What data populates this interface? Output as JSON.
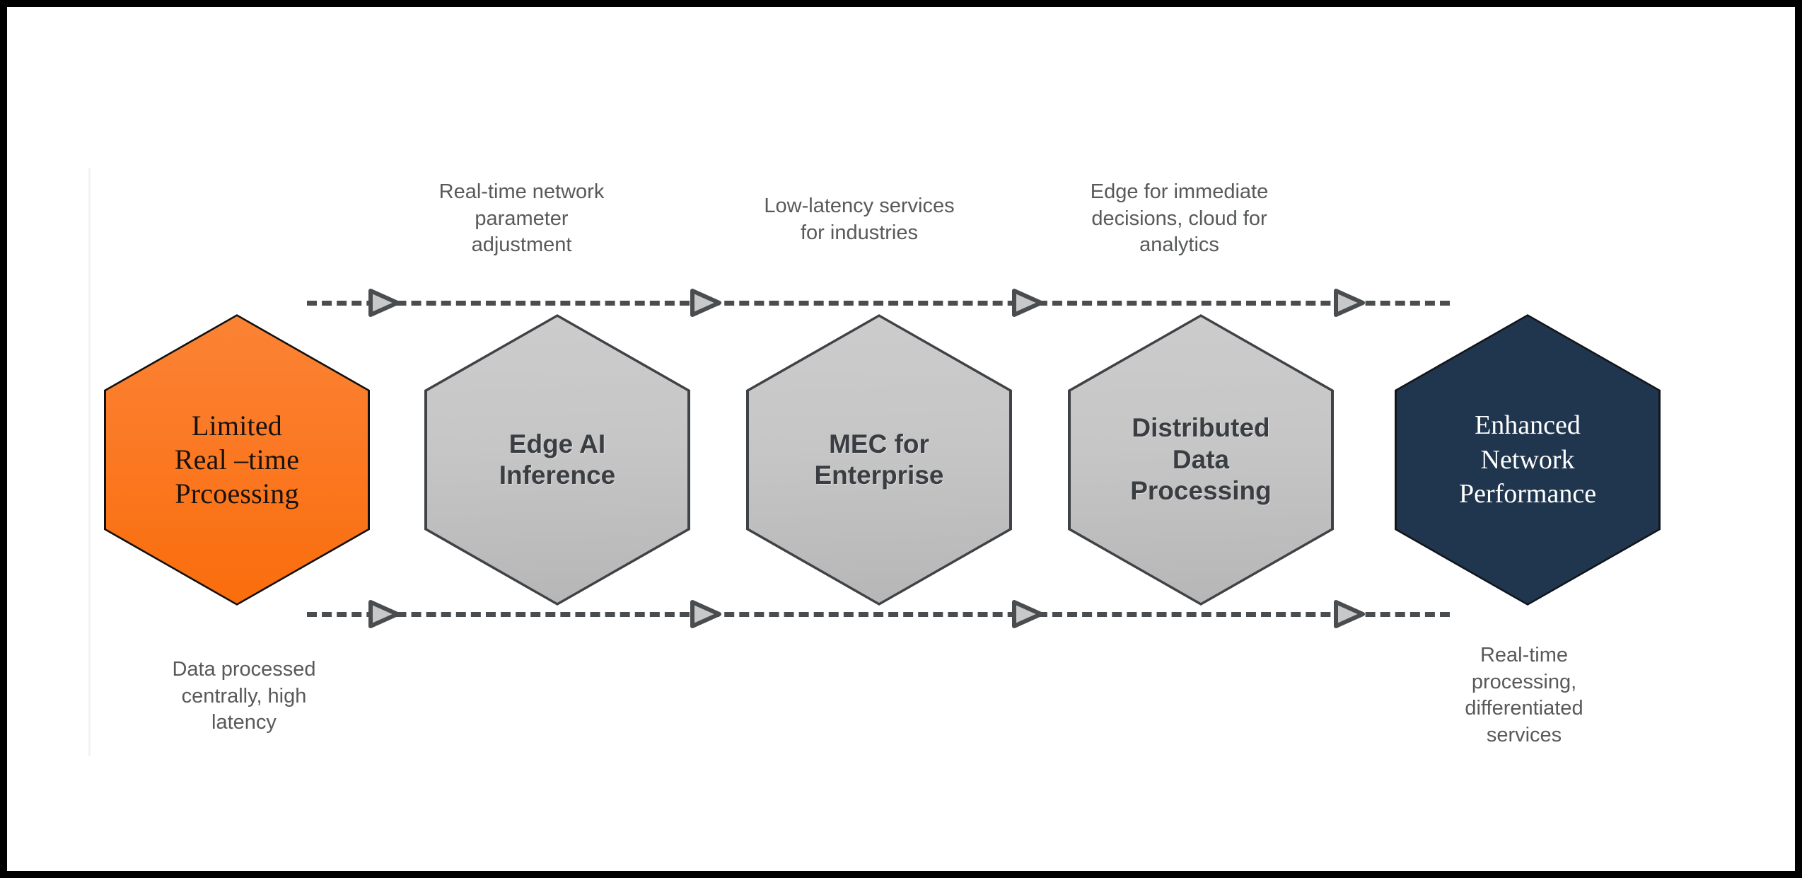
{
  "diagram": {
    "title_hidden": "",
    "colors": {
      "start_fill": "#fa7316",
      "middle_fill": "#c6c6c6",
      "end_fill": "#20364e",
      "arrow_line": "#4a4d50",
      "arrow_head_fill": "#c8c8c8",
      "caption_text": "#58595b",
      "frame": "#000000"
    },
    "nodes": [
      {
        "id": "node-1",
        "label": "Limited\nReal –time\nPrcoessing",
        "style": "start"
      },
      {
        "id": "node-2",
        "label": "Edge AI\nInference",
        "style": "middle"
      },
      {
        "id": "node-3",
        "label": "MEC for\nEnterprise",
        "style": "middle"
      },
      {
        "id": "node-4",
        "label": "Distributed\nData\nProcessing",
        "style": "middle"
      },
      {
        "id": "node-5",
        "label": "Enhanced\nNetwork\nPerformance",
        "style": "end"
      }
    ],
    "top_captions": [
      {
        "id": "top-caption-1",
        "text": "Real-time network\nparameter\nadjustment"
      },
      {
        "id": "top-caption-2",
        "text": "Low-latency services\nfor industries"
      },
      {
        "id": "top-caption-3",
        "text": "Edge for immediate\ndecisions, cloud for\nanalytics"
      }
    ],
    "bottom_captions": [
      {
        "id": "bottom-caption-1",
        "text": "Data processed\ncentrally, high\nlatency"
      },
      {
        "id": "bottom-caption-2",
        "text": "Real-time\nprocessing,\ndifferentiated\nservices"
      }
    ],
    "connectors": {
      "top_row": {
        "style": "dashed",
        "arrow_count": 4,
        "direction": "left-to-right"
      },
      "bottom_row": {
        "style": "dashed",
        "arrow_count": 4,
        "direction": "left-to-right"
      }
    }
  }
}
